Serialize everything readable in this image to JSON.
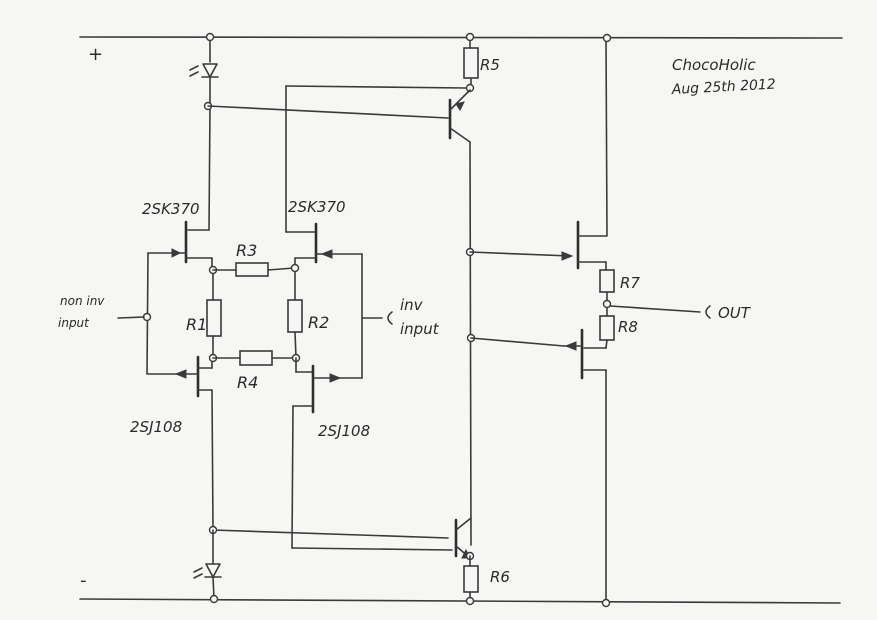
{
  "labels": {
    "plus": "+",
    "minus": "-",
    "author": "ChocoHolic",
    "date": "Aug 25th 2012",
    "r1": "R1",
    "r2": "R2",
    "r3": "R3",
    "r4": "R4",
    "r5": "R5",
    "r6": "R6",
    "r7": "R7",
    "r8": "R8",
    "q_left_top": "2SK370",
    "q_right_top": "2SK370",
    "q_left_bottom": "2SJ108",
    "q_right_bottom": "2SJ108",
    "non_inv_1": "non inv",
    "non_inv_2": "input",
    "inv_1": "inv",
    "inv_2": "input",
    "out": "OUT"
  }
}
